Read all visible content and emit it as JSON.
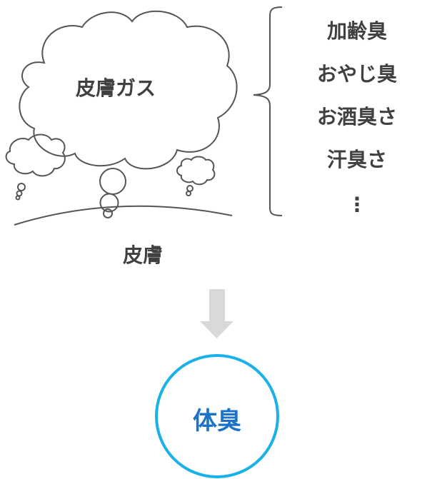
{
  "diagram": {
    "cloud_label": "皮膚ガス",
    "skin_label": "皮膚",
    "odor_types": [
      "加齢臭",
      "おやじ臭",
      "お酒臭さ",
      "汗臭さ",
      "⋮"
    ],
    "result_label": "体臭",
    "colors": {
      "text": "#404040",
      "line": "#555555",
      "arrow": "#d9d9d9",
      "result_circle": "#1ab0e8",
      "result_text": "#1a73c9"
    }
  }
}
